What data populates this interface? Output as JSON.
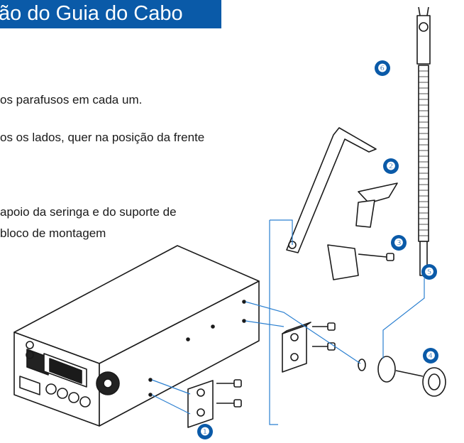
{
  "section_title": "ão do Guia do Cabo",
  "paragraphs": {
    "p1": "os parafusos em cada um.",
    "p2": "os os lados, quer na posição da frente",
    "p3": "apoio  da seringa e do suporte de",
    "p4": "bloco de montagem"
  },
  "callouts": [
    "❻",
    "❷",
    "❸",
    "❺",
    "❹",
    "❶"
  ],
  "colors": {
    "accent": "#0a5aa8",
    "line": "#1a1a1a",
    "leader": "#2a7fd0"
  },
  "illustration": {
    "icon": "assembly-exploded-view-illustration"
  }
}
